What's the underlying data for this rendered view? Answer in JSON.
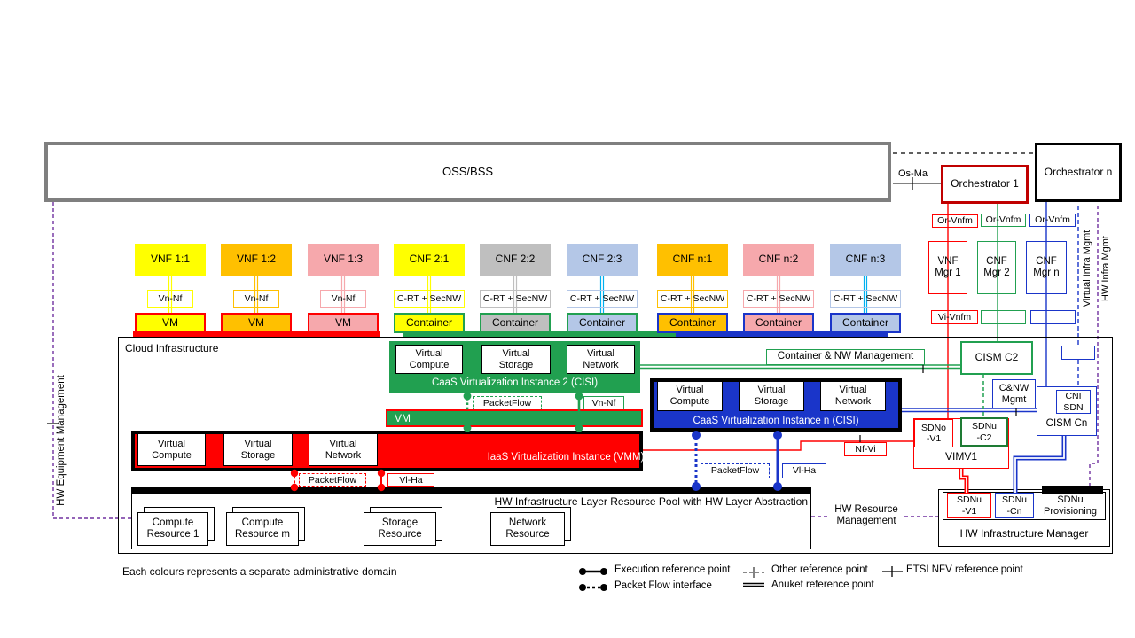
{
  "colors": {
    "yellow": "#FFFF00",
    "orange": "#FFC000",
    "pink": "#F6A8AC",
    "light_blue": "#B4C7E7",
    "gray": "#BFBFBF",
    "green": "#21A050",
    "blue": "#1A35C9",
    "cyan": "#00B0F0",
    "red": "#FF0000",
    "dark_red": "#C00000",
    "purple": "#7030A0",
    "oss_border_gray": "#7F7F7F"
  },
  "top": {
    "oss_bss": "OSS/BSS",
    "os_ma": "Os-Ma",
    "orchestrator_1": "Orchestrator 1",
    "orchestrator_n": "Orchestrator n"
  },
  "nf_row": [
    {
      "label": "VNF 1:1",
      "if_label": "Vn-Nf",
      "runtime": "VM"
    },
    {
      "label": "VNF 1:2",
      "if_label": "Vn-Nf",
      "runtime": "VM"
    },
    {
      "label": "VNF 1:3",
      "if_label": "Vn-Nf",
      "runtime": "VM"
    },
    {
      "label": "CNF 2:1",
      "if_label": "C-RT + SecNW",
      "runtime": "Container"
    },
    {
      "label": "CNF 2:2",
      "if_label": "C-RT + SecNW",
      "runtime": "Container"
    },
    {
      "label": "CNF 2:3",
      "if_label": "C-RT + SecNW",
      "runtime": "Container"
    },
    {
      "label": "CNF n:1",
      "if_label": "C-RT + SecNW",
      "runtime": "Container"
    },
    {
      "label": "CNF n:2",
      "if_label": "C-RT + SecNW",
      "runtime": "Container"
    },
    {
      "label": "CNF n:3",
      "if_label": "C-RT + SecNW",
      "runtime": "Container"
    }
  ],
  "mgmt": {
    "or_vnfm_1": "Or-Vnfm",
    "or_vnfm_2": "Or-Vnfm",
    "or_vnfm_n": "Or-Vnfm",
    "vnf_mgr_1": "VNF Mgr 1",
    "cnf_mgr_2": "CNF Mgr 2",
    "cnf_mgr_n": "CNF Mgr n",
    "vi_vnfm": "Vi-Vnfm"
  },
  "cloud": {
    "title": "Cloud Infrastructure",
    "caas2": {
      "title": "CaaS Virtualization Instance 2 (CISI)",
      "compute": "Virtual Compute",
      "storage": "Virtual Storage",
      "network": "Virtual Network"
    },
    "caasn": {
      "title": "CaaS Virtualization Instance n (CISI)",
      "compute": "Virtual Compute",
      "storage": "Virtual Storage",
      "network": "Virtual Network"
    },
    "iaas": {
      "title": "IaaS Virtualization Instance (VMM)",
      "compute": "Virtual Compute",
      "storage": "Virtual Storage",
      "network": "Virtual Network"
    },
    "vm_bar": "VM",
    "labels": {
      "packetflow_caas2": "PacketFlow",
      "vn_nf": "Vn-Nf",
      "packetflow_iaas": "PacketFlow",
      "vl_ha_iaas": "Vl-Ha",
      "packetflow_caasn": "PacketFlow",
      "vl_ha_caasn": "Vl-Ha",
      "nf_vi": "Nf-Vi",
      "container_nw_mgmt": "Container & NW Management"
    },
    "cism_c2": "CISM C2",
    "cnw_mgmt": "C&NW Mgmt",
    "cni_sdn": "CNI SDN",
    "cism_cn": "CISM Cn",
    "sdno_v1": "SDNo -V1",
    "sdnu_c2": "SDNu -C2",
    "vimv1": "VIMV1"
  },
  "hw_pool": {
    "title": "HW Infrastructure Layer Resource Pool with HW Layer Abstraction",
    "resources": [
      "Compute Resource 1",
      "Compute Resource m",
      "Storage Resource",
      "Network Resource"
    ]
  },
  "hw_mgr": {
    "title": "HW Infrastructure Manager",
    "sdnu_v1": "SDNu -V1",
    "sdnu_cn": "SDNu -Cn",
    "sdnu_provisioning": "SDNu Provisioning"
  },
  "side": {
    "hw_equipment": "HW Equipment Management",
    "hw_resource": "HW Resource Management",
    "virtual_infra": "Virtual Infra Mgmt",
    "hw_infra": "HW Infra Mgmt"
  },
  "footer": {
    "note": "Each colours represents a separate administrative domain"
  },
  "legend": {
    "execution": "Execution reference point",
    "packet_flow": "Packet Flow interface",
    "other": "Other reference point",
    "anuket": "Anuket reference point",
    "etsi": "ETSI NFV reference point"
  }
}
